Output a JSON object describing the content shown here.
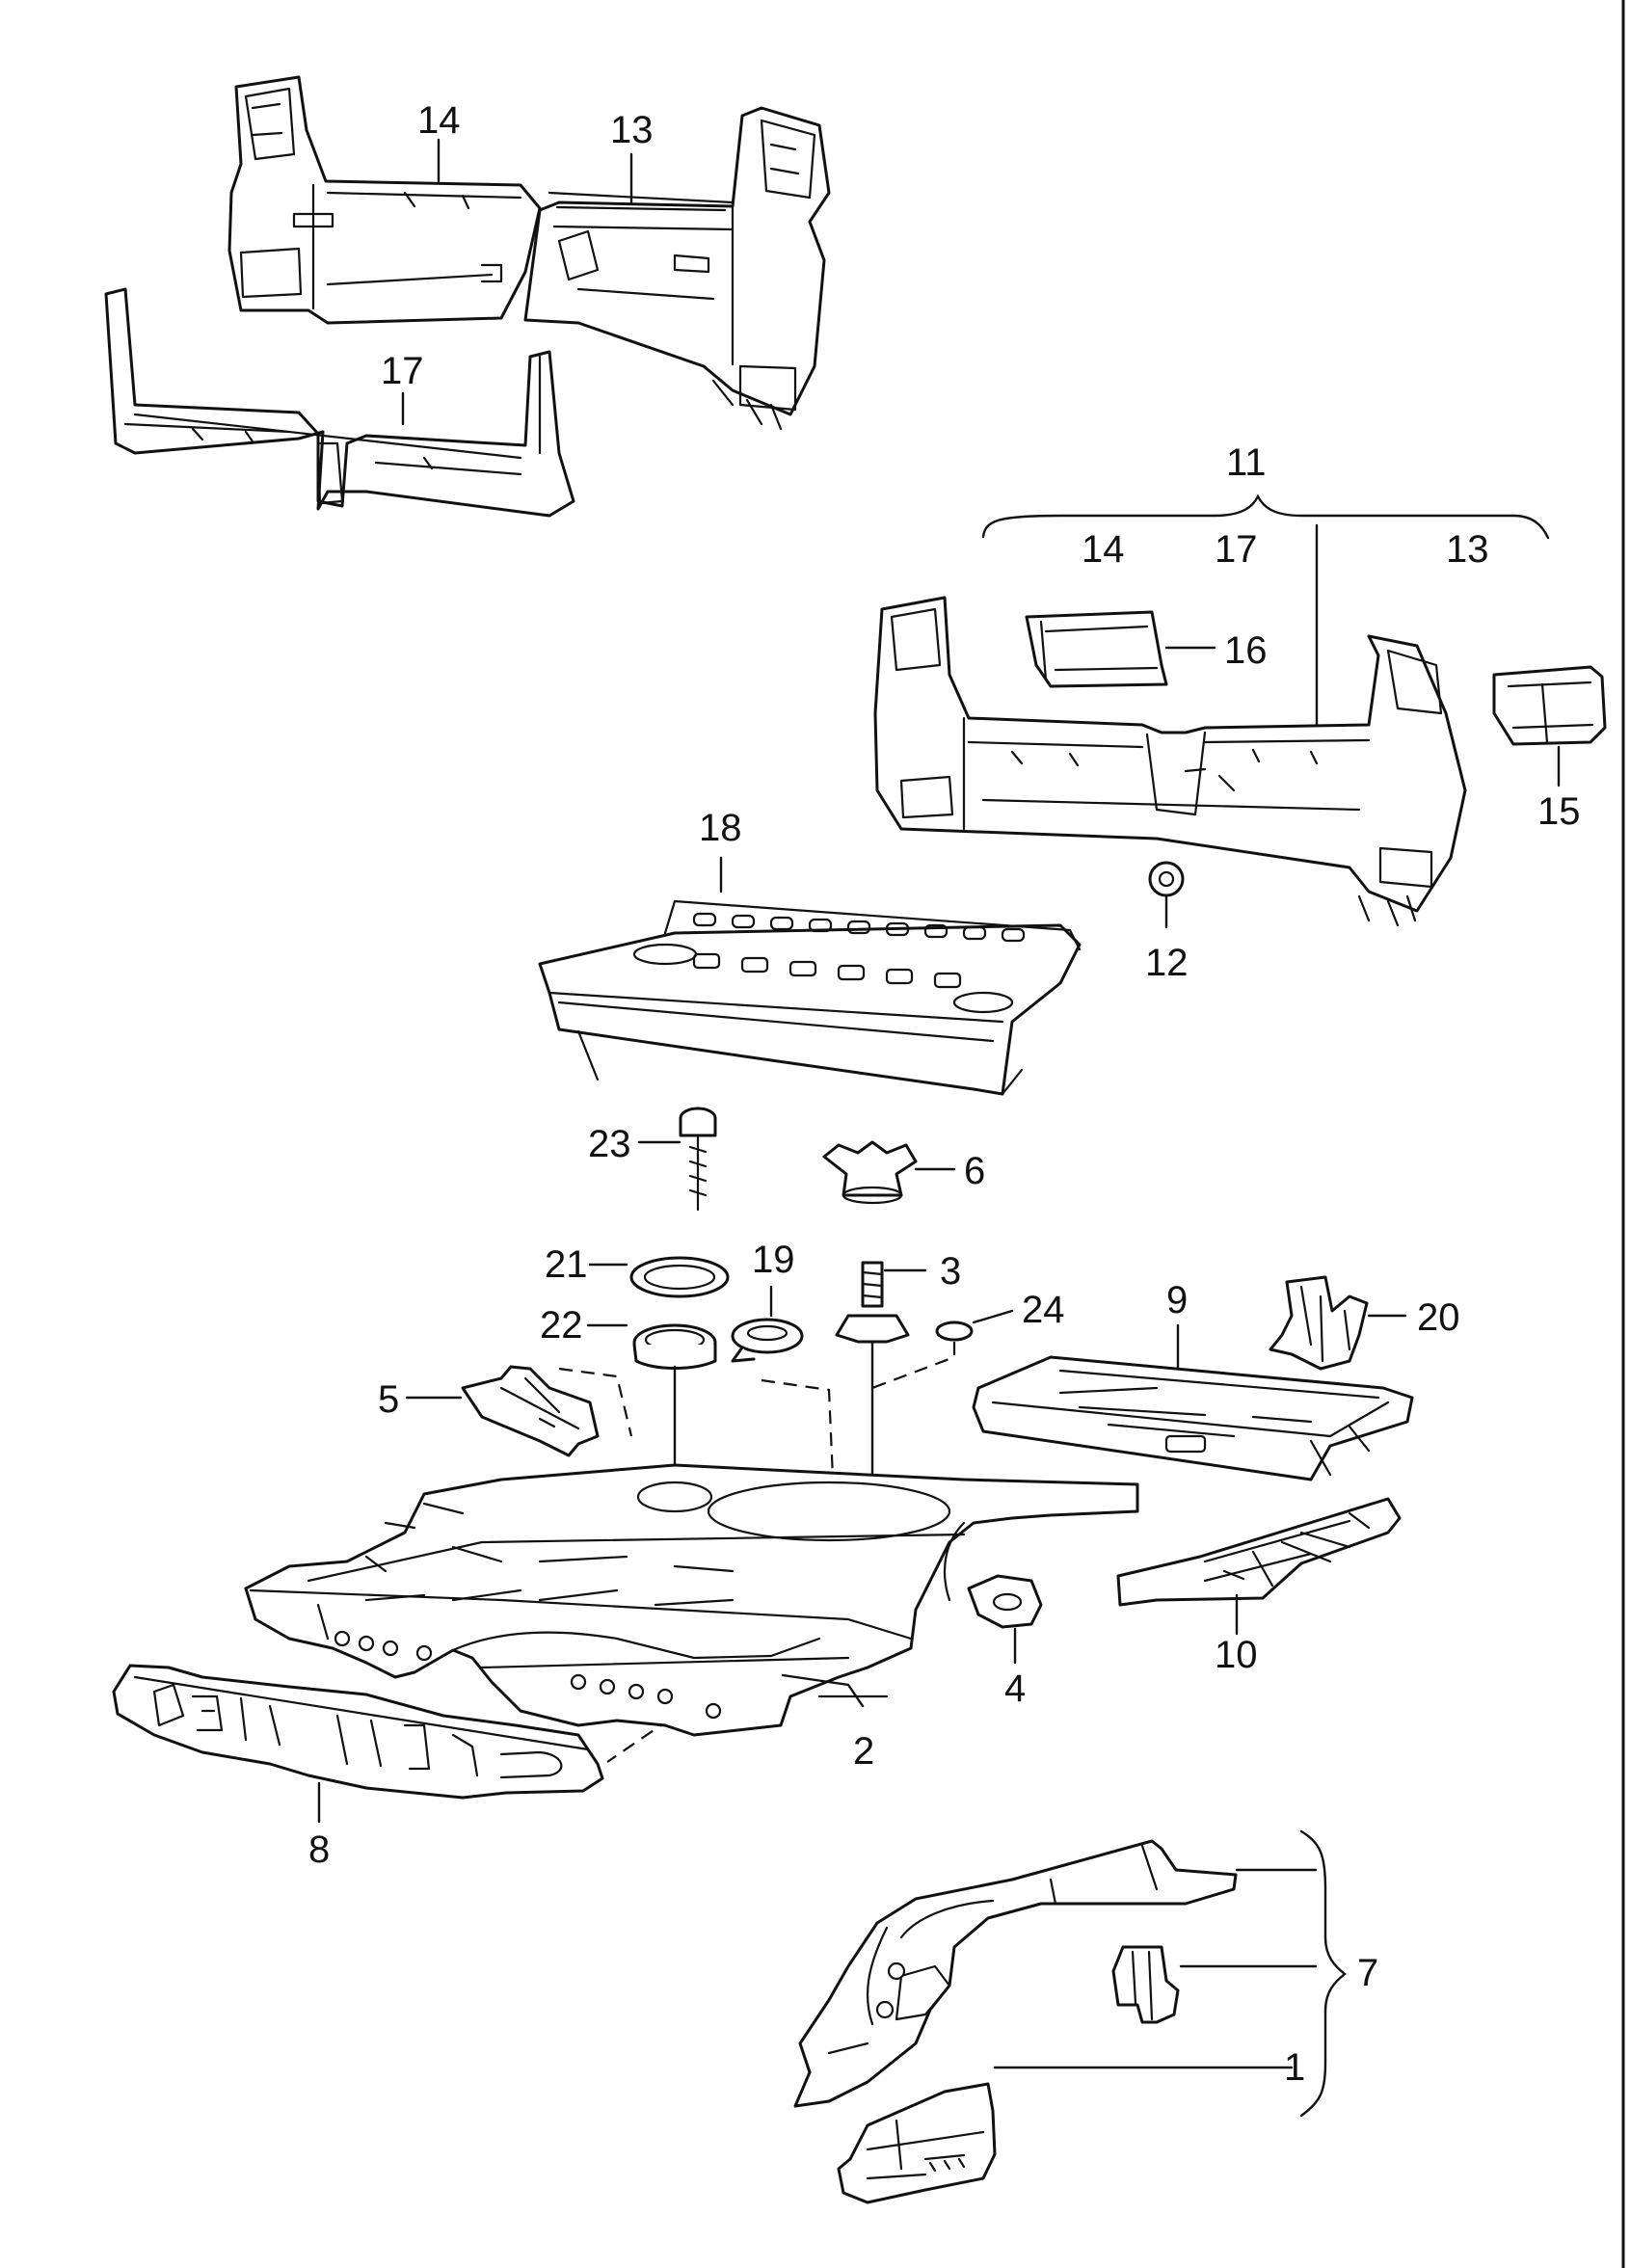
{
  "callouts": {
    "c1": "1",
    "c2": "2",
    "c3": "3",
    "c4": "4",
    "c5": "5",
    "c6": "6",
    "c7": "7",
    "c8": "8",
    "c9": "9",
    "c10": "10",
    "c11": "11",
    "c12": "12",
    "c13a": "13",
    "c13b": "13",
    "c14a": "14",
    "c14b": "14",
    "c15": "15",
    "c16": "16",
    "c17a": "17",
    "c17b": "17",
    "c18": "18",
    "c19": "19",
    "c20": "20",
    "c21": "21",
    "c22": "22",
    "c23": "23",
    "c24": "24"
  }
}
